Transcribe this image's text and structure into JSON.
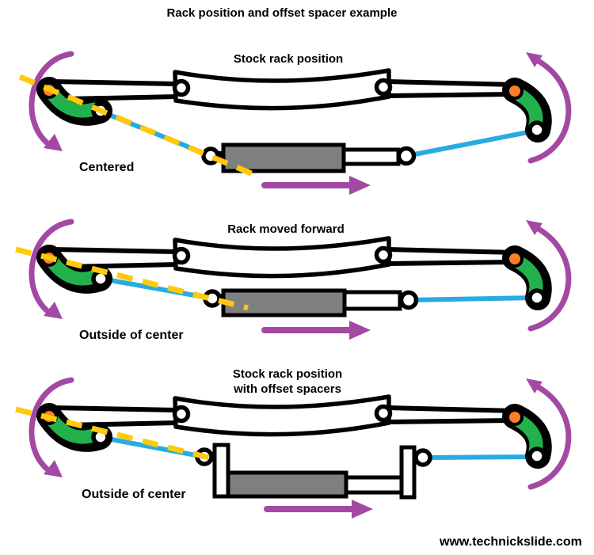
{
  "title": "Rack position and offset spacer example",
  "website": "www.technickslide.com",
  "colors": {
    "black": "#000000",
    "gray": "#7f7f7f",
    "green": "#22b14c",
    "orange": "#ff7f27",
    "yellow": "#ffc90e",
    "blue": "#29abe2",
    "purple": "#a349a4"
  },
  "diagrams": [
    {
      "title": "Stock rack position",
      "caption": "Centered"
    },
    {
      "title": "Rack moved forward",
      "caption": "Outside of center"
    },
    {
      "title": "Stock rack position",
      "title_line2": "with offset spacers",
      "caption": "Outside of center"
    }
  ]
}
